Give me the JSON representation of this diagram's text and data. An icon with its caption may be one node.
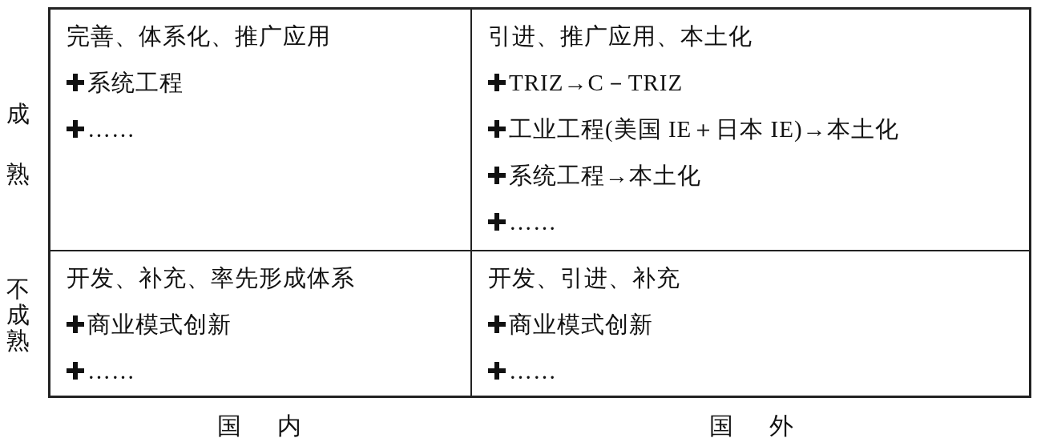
{
  "diagram": {
    "nodes": [
      {
        "text": [
          "完善、体系化、推广应用",
          "系统工程",
          "……"
        ]
      },
      {
        "text": [
          "引进、推广应用、本土化",
          "TRIZ→C－TRIZ",
          "工业工程(美国 IE＋日本 IE)→本土化",
          "系统工程→本土化",
          "……"
        ]
      },
      {
        "text": [
          "开发、补充、率先形成体系",
          "商业模式创新",
          "……"
        ]
      },
      {
        "text": [
          "开发、引进、补充",
          "商业模式创新",
          "……"
        ]
      }
    ],
    "labels": [
      "成熟",
      "不成熟",
      "国内",
      "国外"
    ]
  }
}
